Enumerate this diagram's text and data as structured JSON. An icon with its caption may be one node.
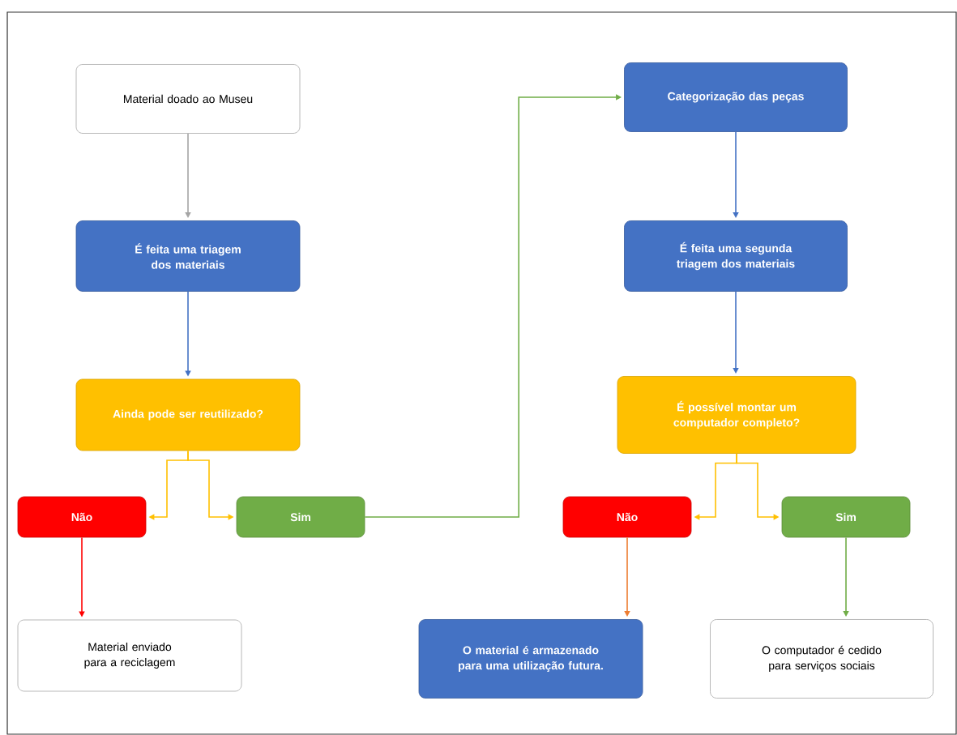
{
  "diagram": {
    "nodes": [
      {
        "text": [
          "Material doado ao Museu"
        ]
      },
      {
        "text": [
          "É feita uma triagem dos materiais"
        ]
      },
      {
        "text": [
          "Ainda pode ser reutilizado?"
        ]
      },
      {
        "text": [
          "Não"
        ]
      },
      {
        "text": [
          "Sim"
        ]
      },
      {
        "text": [
          "Material enviado para a reciclagem"
        ]
      },
      {
        "text": [
          "Categorização das peças"
        ]
      },
      {
        "text": [
          "É feita uma segunda triagem dos materiais"
        ]
      },
      {
        "text": [
          "É possível montar um computador completo?"
        ]
      },
      {
        "text": [
          "Não"
        ]
      },
      {
        "text": [
          "Sim"
        ]
      },
      {
        "text": [
          "O material é armazenado para uma utilização futura."
        ]
      },
      {
        "text": [
          "O computador é cedido para serviços sociais"
        ]
      }
    ],
    "edges": [
      {
        "from": 0,
        "to": 1,
        "arrow": "to",
        "color": "#a5a5a5"
      },
      {
        "from": 1,
        "to": 2,
        "arrow": "to",
        "color": "#4472c4"
      },
      {
        "from": 2,
        "to": 3,
        "arrow": "to",
        "color": "#ffc000"
      },
      {
        "from": 2,
        "to": 4,
        "arrow": "to",
        "color": "#ffc000"
      },
      {
        "from": 3,
        "to": 5,
        "arrow": "to",
        "color": "#ff0000"
      },
      {
        "from": 4,
        "to": 6,
        "arrow": "to",
        "color": "#70ad47"
      },
      {
        "from": 6,
        "to": 7,
        "arrow": "to",
        "color": "#4472c4"
      },
      {
        "from": 7,
        "to": 8,
        "arrow": "to",
        "color": "#4472c4"
      },
      {
        "from": 8,
        "to": 9,
        "arrow": "to",
        "color": "#ffc000"
      },
      {
        "from": 8,
        "to": 10,
        "arrow": "to",
        "color": "#ffc000"
      },
      {
        "from": 9,
        "to": 11,
        "arrow": "to",
        "color": "#ed7d31"
      },
      {
        "from": 10,
        "to": 12,
        "arrow": "to",
        "color": "#70ad47"
      }
    ]
  }
}
